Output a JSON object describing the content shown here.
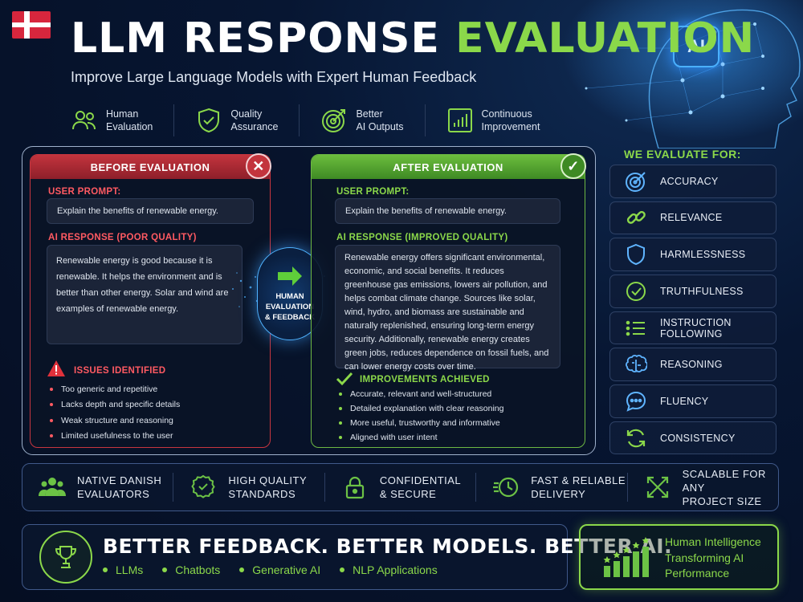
{
  "header": {
    "title_part1": "LLM RESPONSE",
    "title_part2": "EVALUATION",
    "subtitle": "Improve Large Language Models with Expert Human Feedback",
    "ai_badge": "AI",
    "features": [
      {
        "label": "Human\nEvaluation",
        "icon": "people-icon"
      },
      {
        "label": "Quality\nAssurance",
        "icon": "shield-check-icon"
      },
      {
        "label": "Better\nAI Outputs",
        "icon": "target-icon"
      },
      {
        "label": "Continuous\nImprovement",
        "icon": "bar-chart-icon"
      }
    ]
  },
  "before": {
    "title": "BEFORE EVALUATION",
    "badge": "✕",
    "prompt_label": "USER PROMPT:",
    "prompt": "Explain the benefits of renewable energy.",
    "response_label": "AI RESPONSE (POOR QUALITY)",
    "response": "Renewable energy is good because it is renewable. It helps the environment and is better than other energy. Solar and wind are examples of renewable energy.",
    "issues_label": "ISSUES IDENTIFIED",
    "issues": [
      "Too generic and repetitive",
      "Lacks depth and specific details",
      "Weak structure and reasoning",
      "Limited usefulness to the user"
    ]
  },
  "center": {
    "label": "HUMAN\nEVALUATION\n& FEEDBACK"
  },
  "after": {
    "title": "AFTER EVALUATION",
    "badge": "✓",
    "prompt_label": "USER PROMPT:",
    "prompt": "Explain the benefits of renewable energy.",
    "response_label": "AI RESPONSE (IMPROVED QUALITY)",
    "response": "Renewable energy offers significant environmental, economic, and social benefits. It reduces greenhouse gas emissions, lowers air pollution, and helps combat climate change. Sources like solar, wind, hydro, and biomass are sustainable and naturally replenished, ensuring long-term energy security. Additionally, renewable energy creates green jobs, reduces dependence on fossil fuels, and can lower energy costs over time.",
    "improvements_label": "IMPROVEMENTS ACHIEVED",
    "improvements": [
      "Accurate, relevant and well-structured",
      "Detailed explanation with clear reasoning",
      "More useful, trustworthy and informative",
      "Aligned with user intent"
    ]
  },
  "evaluate": {
    "title": "WE EVALUATE FOR:",
    "items": [
      {
        "label": "ACCURACY",
        "icon": "target-icon"
      },
      {
        "label": "RELEVANCE",
        "icon": "link-icon"
      },
      {
        "label": "HARMLESSNESS",
        "icon": "shield-icon"
      },
      {
        "label": "TRUTHFULNESS",
        "icon": "check-circle-icon"
      },
      {
        "label": "INSTRUCTION\nFOLLOWING",
        "icon": "list-icon"
      },
      {
        "label": "REASONING",
        "icon": "brain-icon"
      },
      {
        "label": "FLUENCY",
        "icon": "chat-icon"
      },
      {
        "label": "CONSISTENCY",
        "icon": "refresh-icon"
      }
    ]
  },
  "benefits": [
    {
      "label": "NATIVE DANISH\nEVALUATORS",
      "icon": "group-icon"
    },
    {
      "label": "HIGH QUALITY\nSTANDARDS",
      "icon": "award-icon"
    },
    {
      "label": "CONFIDENTIAL\n& SECURE",
      "icon": "lock-icon"
    },
    {
      "label": "FAST & RELIABLE\nDELIVERY",
      "icon": "fast-clock-icon"
    },
    {
      "label": "SCALABLE FOR ANY\nPROJECT SIZE",
      "icon": "expand-icon"
    }
  ],
  "footer": {
    "slogan": "BETTER FEEDBACK. BETTER MODELS. BETTER AI.",
    "tags": [
      "LLMs",
      "Chatbots",
      "Generative AI",
      "NLP Applications"
    ],
    "cta": "Human Intelligence\nTransforming AI\nPerformance"
  },
  "colors": {
    "accent_green": "#8bd84a",
    "accent_red": "#c3343d",
    "accent_blue": "#4fb2ff",
    "background": "#071632"
  }
}
